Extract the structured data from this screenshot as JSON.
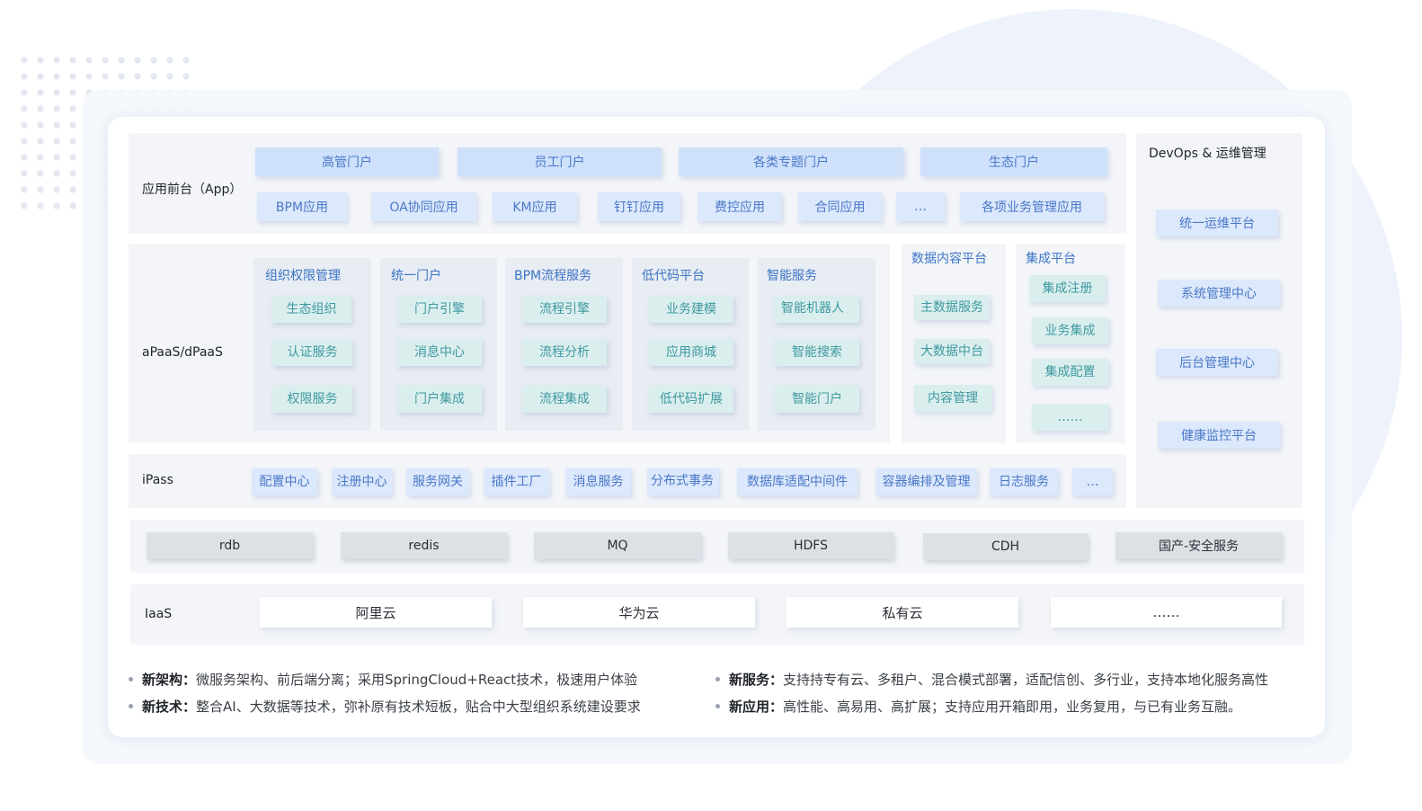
{
  "app": {
    "label": "应用前台（App）",
    "portals": [
      "高管门户",
      "员工门户",
      "各类专题门户",
      "生态门户"
    ],
    "apps": [
      "BPM应用",
      "OA协同应用",
      "KM应用",
      "钉钉应用",
      "费控应用",
      "合同应用",
      "…",
      "各项业务管理应用"
    ]
  },
  "apaas": {
    "label": "aPaaS/dPaaS",
    "groups": [
      {
        "title": "组织权限管理",
        "items": [
          "生态组织",
          "认证服务",
          "权限服务"
        ]
      },
      {
        "title": "统一门户",
        "items": [
          "门户引擎",
          "消息中心",
          "门户集成"
        ]
      },
      {
        "title": "BPM流程服务",
        "items": [
          "流程引擎",
          "流程分析",
          "流程集成"
        ]
      },
      {
        "title": "低代码平台",
        "items": [
          "业务建模",
          "应用商城",
          "低代码扩展"
        ]
      },
      {
        "title": "智能服务",
        "items": [
          "智能机器人",
          "智能搜索",
          "智能门户"
        ]
      }
    ],
    "data_platform": {
      "title": "数据内容平台",
      "items": [
        "主数据服务",
        "大数据中台",
        "内容管理"
      ]
    },
    "integration": {
      "title": "集成平台",
      "items": [
        "集成注册",
        "业务集成",
        "集成配置",
        "……"
      ]
    }
  },
  "ipass": {
    "label": "iPass",
    "items": [
      "配置中心",
      "注册中心",
      "服务网关",
      "插件工厂",
      "消息服务",
      "分布式事务",
      "数据库适配中间件",
      "容器编排及管理",
      "日志服务",
      "…"
    ]
  },
  "storage": {
    "items": [
      "rdb",
      "redis",
      "MQ",
      "HDFS",
      "CDH",
      "国产-安全服务"
    ]
  },
  "iaas": {
    "label": "IaaS",
    "items": [
      "阿里云",
      "华为云",
      "私有云",
      "……"
    ]
  },
  "devops": {
    "title": "DevOps & 运维管理",
    "items": [
      "统一运维平台",
      "系统管理中心",
      "后台管理中心",
      "健康监控平台"
    ]
  },
  "notes": [
    {
      "title": "新架构：",
      "text": "微服务架构、前后端分离；采用SpringCloud+React技术，极速用户体验"
    },
    {
      "title": "新服务：",
      "text": "支持持专有云、多租户、混合模式部署，适配信创、多行业，支持本地化服务高性"
    },
    {
      "title": "新技术：",
      "text": "整合AI、大数据等技术，弥补原有技术短板，贴合中大型组织系统建设要求"
    },
    {
      "title": "新应用：",
      "text": "高性能、高易用、高扩展；支持应用开箱即用，业务复用，与已有业务互融。"
    }
  ]
}
